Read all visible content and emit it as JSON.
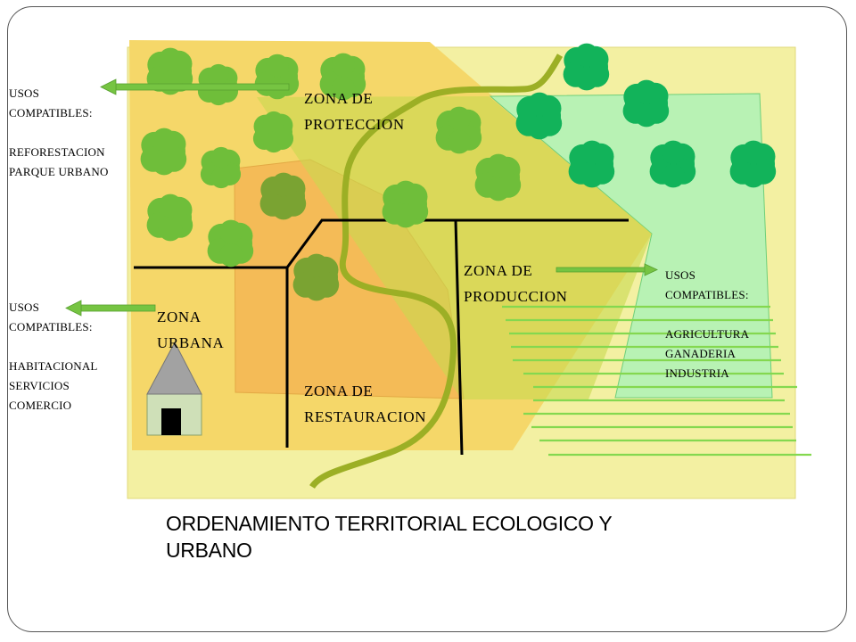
{
  "diagram": {
    "zones": {
      "proteccion": [
        "ZONA DE",
        "PROTECCION"
      ],
      "urbana": [
        "ZONA",
        "URBANA"
      ],
      "produccion": [
        "ZONA DE",
        "PRODUCCION"
      ],
      "restauracion": [
        "ZONA DE",
        "RESTAURACION"
      ]
    },
    "usos_proteccion": {
      "heading": [
        "USOS",
        "COMPATIBLES:"
      ],
      "items": [
        "REFORESTACION",
        "PARQUE URBANO"
      ]
    },
    "usos_urbana": {
      "heading": [
        "USOS",
        "COMPATIBLES:"
      ],
      "items": [
        "HABITACIONAL",
        "SERVICIOS",
        "COMERCIO"
      ]
    },
    "usos_produccion": {
      "heading": [
        "USOS",
        "COMPATIBLES:"
      ],
      "items": [
        "AGRICULTURA",
        "GANADERIA",
        "INDUSTRIA"
      ]
    },
    "title": [
      "ORDENAMIENTO TERRITORIAL  ECOLOGICO Y",
      "URBANO"
    ]
  },
  "colors": {
    "outer_area": "#f3f0a2",
    "urban_zone": "#f5d769",
    "restoration_zone": "#f4bb57",
    "protection_overlay": "#d0dc6a",
    "production_zone": "#b8f2b4",
    "river": "#9caf25",
    "road": "#000000",
    "arrow": "#76c442",
    "tree_light": "#6fbe3a",
    "tree_olive": "#7aa332",
    "tree_dark": "#12b35a",
    "crop_row": "#84d84f",
    "house_roof": "#a2a2a2",
    "house_wall": "#cfe0b8"
  }
}
